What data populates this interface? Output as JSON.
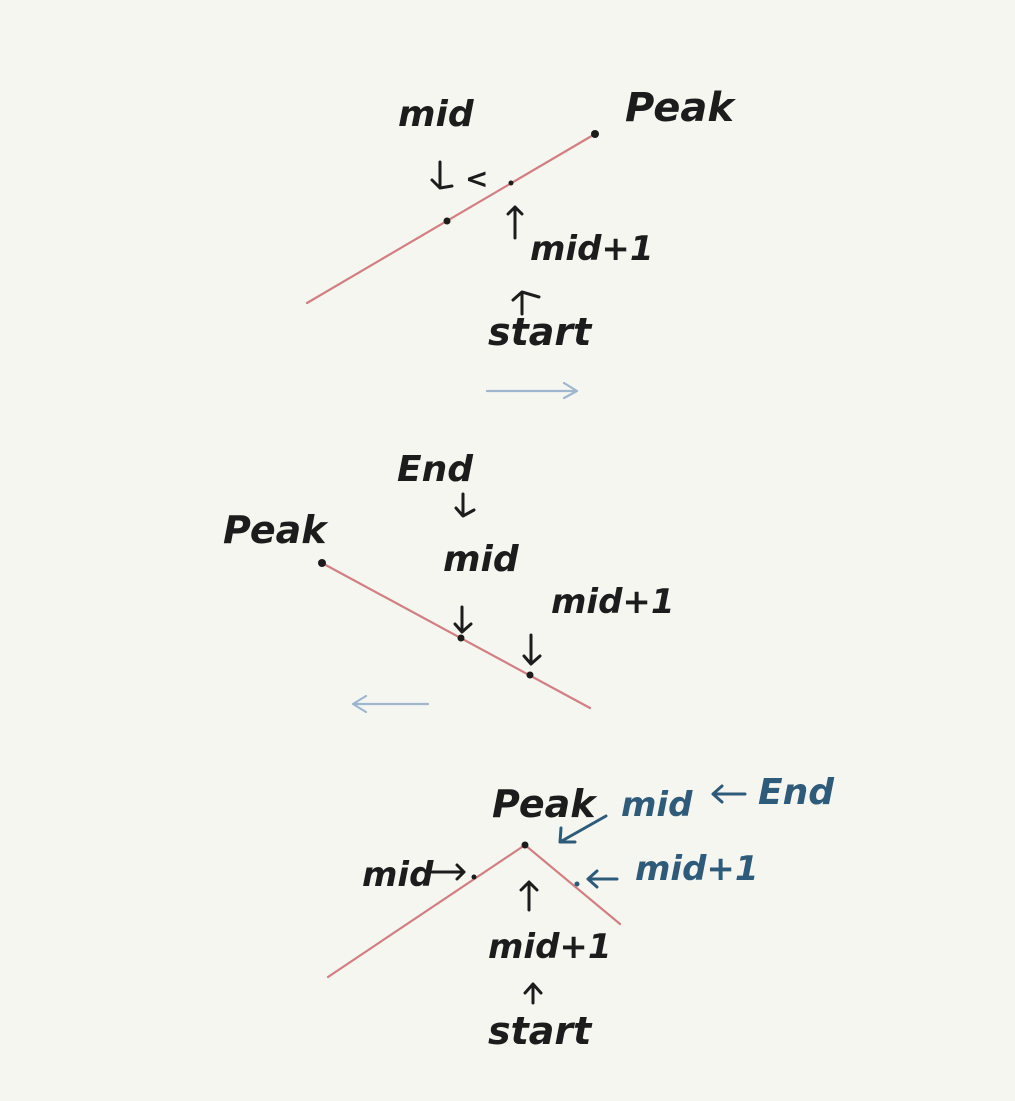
{
  "panel_ascending": {
    "label_mid": "mid",
    "label_compare": "<",
    "label_peak": "Peak",
    "label_mid_plus_one": "mid+1",
    "label_start": "start"
  },
  "panel_descending": {
    "label_end": "End",
    "label_peak": "Peak",
    "label_mid": "mid",
    "label_mid_plus_one": "mid+1"
  },
  "panel_peak": {
    "label_peak": "Peak",
    "label_mid_left": "mid",
    "label_mid_plus_one_bottom": "mid+1",
    "label_start": "start",
    "label_mid_blue": "mid",
    "label_end_blue": "End",
    "label_mid_plus_one_blue": "mid+1"
  },
  "colors": {
    "ink": "#1c1c1c",
    "curve": "#d17f82",
    "search_direction_arrow": "#9eb6d0",
    "annotation_blue": "#2e5b7a",
    "background": "#f6f6f1"
  }
}
